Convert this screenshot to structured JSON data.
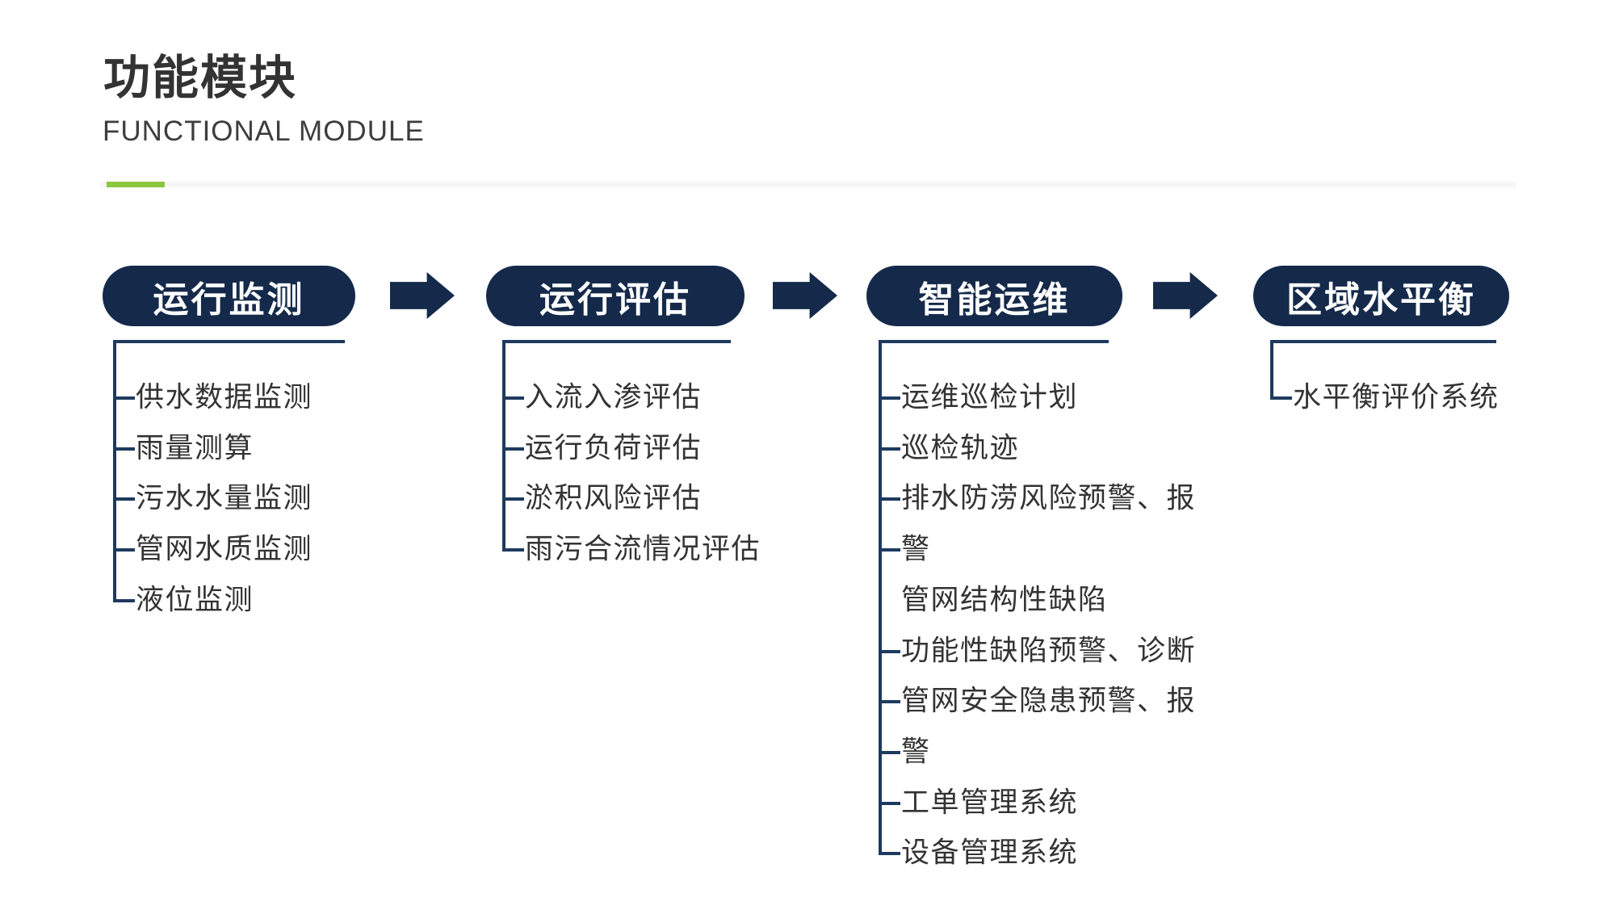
{
  "header": {
    "title": "功能模块",
    "subtitle": "FUNCTIONAL MODULE"
  },
  "colors": {
    "navy": "#152A4A",
    "tree_line": "#1E3A5E",
    "item_text": "#333333",
    "title_text": "#333333",
    "subtitle_text": "#3D3D3D",
    "accent_green": "#8CC63E",
    "divider_gray": "#F6F6F6"
  },
  "flow": {
    "arrow_icon": "block-arrow-right",
    "arrow_count": 3
  },
  "columns": [
    {
      "header": "运行监测",
      "items": [
        {
          "label": "供水数据监测",
          "tick": true
        },
        {
          "label": "雨量测算",
          "tick": true
        },
        {
          "label": "污水水量监测",
          "tick": true
        },
        {
          "label": "管网水质监测",
          "tick": true
        },
        {
          "label": "液位监测",
          "tick": true
        }
      ]
    },
    {
      "header": "运行评估",
      "items": [
        {
          "label": "入流入渗评估",
          "tick": true
        },
        {
          "label": "运行负荷评估",
          "tick": true
        },
        {
          "label": "淤积风险评估",
          "tick": true
        },
        {
          "label": "雨污合流情况评估",
          "tick": true
        }
      ]
    },
    {
      "header": "智能运维",
      "items": [
        {
          "label": "运维巡检计划",
          "tick": true
        },
        {
          "label": "巡检轨迹",
          "tick": true
        },
        {
          "label": "排水防涝风险预警、报",
          "tick": true
        },
        {
          "label": "警",
          "tick": true
        },
        {
          "label": "管网结构性缺陷",
          "tick": false
        },
        {
          "label": "功能性缺陷预警、诊断",
          "tick": true
        },
        {
          "label": "管网安全隐患预警、报",
          "tick": true
        },
        {
          "label": "警",
          "tick": true
        },
        {
          "label": "工单管理系统",
          "tick": true
        },
        {
          "label": "设备管理系统",
          "tick": true
        }
      ]
    },
    {
      "header": "区域水平衡",
      "items": [
        {
          "label": "水平衡评价系统",
          "tick": true
        }
      ]
    }
  ]
}
